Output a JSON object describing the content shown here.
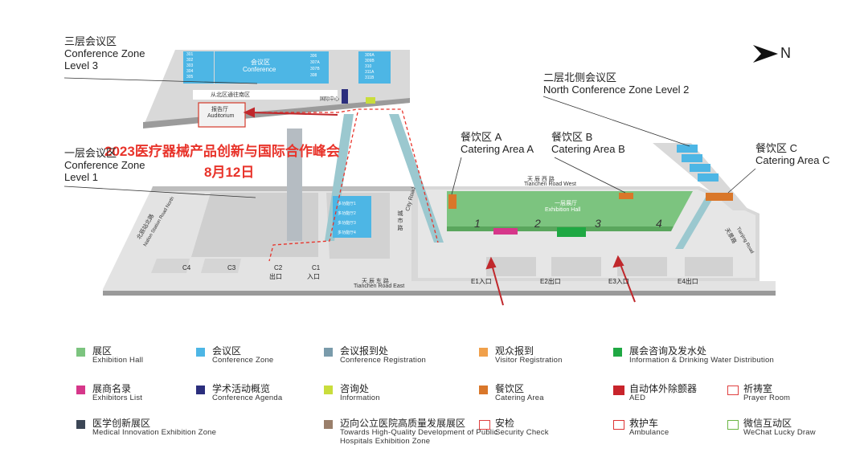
{
  "compass": {
    "label": "N"
  },
  "event": {
    "title": "2023医疗器械产品创新与国际合作峰会",
    "date": "8月12日"
  },
  "zones": {
    "level3": {
      "cn": "三层会议区",
      "en1": "Conference Zone",
      "en2": "Level 3"
    },
    "level1": {
      "cn": "一层会议区",
      "en1": "Conference Zone",
      "en2": "Level 1"
    },
    "north_level2": {
      "cn": "二层北侧会议区",
      "en": "North Conference Zone Level 2"
    },
    "catering_a": {
      "cn": "餐饮区 A",
      "en": "Catering Area A"
    },
    "catering_b": {
      "cn": "餐饮区 B",
      "en": "Catering Area B"
    },
    "catering_c": {
      "cn": "餐饮区 C",
      "en": "Catering Area C"
    }
  },
  "level3_labels": {
    "conference_cn": "会议区",
    "conference_en": "Conference",
    "walkway": "从北区通往南区",
    "auditorium_cn": "报告厅",
    "auditorium_en": "Auditorium",
    "center": "国际中心",
    "rooms_left": [
      "301",
      "302",
      "303",
      "304",
      "305"
    ],
    "rooms_mid": [
      "306",
      "307A",
      "307B",
      "308"
    ],
    "rooms_right": [
      "309A",
      "309B",
      "310",
      "311A",
      "311B"
    ]
  },
  "hall": {
    "cn": "一层展厅",
    "en": "Exhibition Hall",
    "sections": [
      "1",
      "2",
      "3",
      "4"
    ]
  },
  "roads": {
    "west_cn": "天 辰 西 路",
    "west_en": "Tianchen Road West",
    "east_cn": "天 辰 东 路",
    "east_en": "Tianchen Road East",
    "city_cn": "城 市 路",
    "city_en": "City Road",
    "north_cn": "北辰站北路",
    "north_en": "Nation Station Road North",
    "tianjing_cn": "天景路",
    "tianjing_en": "Tianjing Road"
  },
  "entrances": [
    {
      "code": "C4",
      "type": ""
    },
    {
      "code": "C3",
      "type": ""
    },
    {
      "code": "C2",
      "type": "出口"
    },
    {
      "code": "C1",
      "type": "入口"
    },
    {
      "code": "E1",
      "type": "入口"
    },
    {
      "code": "E2",
      "type": "出口"
    },
    {
      "code": "E3",
      "type": "入口"
    },
    {
      "code": "E4",
      "type": "出口"
    }
  ],
  "level1_rooms": [
    "多功能厅1",
    "多功能厅2",
    "多功能厅3",
    "多功能厅4"
  ],
  "legend": [
    {
      "cn": "展区",
      "en": "Exhibition Hall",
      "color": "#7cc47f",
      "icon": "square"
    },
    {
      "cn": "会议区",
      "en": "Conference Zone",
      "color": "#4db6e5",
      "icon": "square"
    },
    {
      "cn": "会议报到处",
      "en": "Conference Registration",
      "color": "#7a9bab",
      "icon": "square"
    },
    {
      "cn": "观众报到",
      "en": "Visitor Registration",
      "color": "#f0a04b",
      "icon": "square"
    },
    {
      "cn": "展会咨询及发水处",
      "en": "Information & Drinking Water Distribution",
      "color": "#1fa843",
      "icon": "square"
    },
    {
      "cn": "展商名录",
      "en": "Exhibitors List",
      "color": "#d6378a",
      "icon": "square"
    },
    {
      "cn": "学术活动概览",
      "en": "Conference Agenda",
      "color": "#2b2e7d",
      "icon": "square"
    },
    {
      "cn": "咨询处",
      "en": "Information",
      "color": "#c9dd3c",
      "icon": "square"
    },
    {
      "cn": "餐饮区",
      "en": "Catering Area",
      "color": "#d9772a",
      "icon": "square"
    },
    {
      "cn": "自动体外除颤器",
      "en": "AED",
      "color": "#c8242b",
      "icon": "aed"
    },
    {
      "cn": "祈祷室",
      "en": "Prayer Room",
      "color": "#e04040",
      "icon": "prayer"
    },
    {
      "cn": "医学创新展区",
      "en": "Medical Innovation Exhibition Zone",
      "color": "#3c4656",
      "icon": "square"
    },
    {
      "cn": "迈向公立医院高质量发展展区",
      "en1": "Towards High-Quality Development of Public",
      "en2": "Hospitals Exhibition Zone",
      "color": "#9a7f6b",
      "icon": "square"
    },
    {
      "cn": "安检",
      "en": "Security Check",
      "color": "#e04040",
      "icon": "security"
    },
    {
      "cn": "救护车",
      "en": "Ambulance",
      "color": "#d33",
      "icon": "ambulance"
    },
    {
      "cn": "微信互动区",
      "en": "WeChat Lucky Draw",
      "color": "#6bb644",
      "icon": "wechat"
    }
  ]
}
